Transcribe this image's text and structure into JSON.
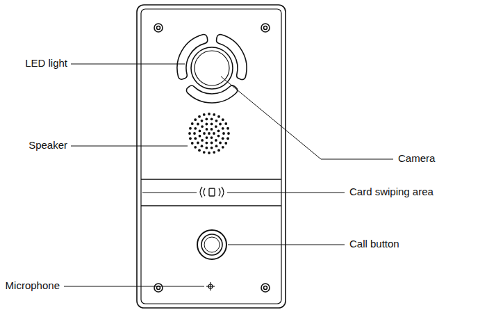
{
  "diagram": {
    "labels": [
      "LED light",
      "Camera",
      "Speaker",
      "Card swiping area",
      "Call button",
      "Microphone"
    ]
  }
}
